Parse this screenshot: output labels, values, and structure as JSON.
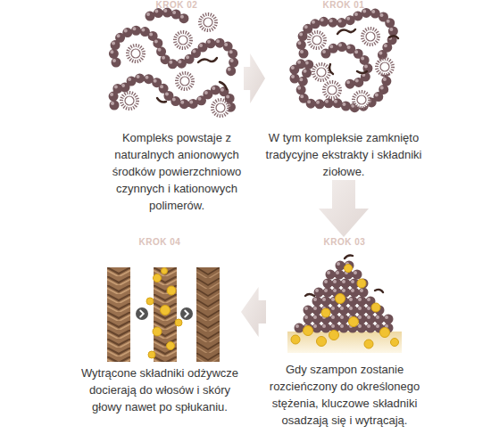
{
  "diagram": {
    "nodes": [
      {
        "text": [
          "KROK 02",
          "Kompleks powstaje z naturalnych anionowych środków powierzchniowo czynnych i kationowych polimerów."
        ]
      },
      {
        "text": [
          "KROK 01",
          "W tym kompleksie zamknięto tradycyjne ekstrakty i składniki ziołowe."
        ]
      },
      {
        "text": [
          "KROK 04",
          "Wytrącone składniki odżywcze docierają do włosów i skóry głowy nawet po spłukaniu."
        ]
      },
      {
        "text": [
          "KROK 03",
          "Gdy szampon zostanie rozcieńczony do określonego stężenia, kluczowe składniki osadzają się i wytrącają."
        ]
      }
    ],
    "edges": [
      {
        "from": 0,
        "to": 1,
        "arrow": "to"
      },
      {
        "from": 1,
        "to": 3,
        "arrow": "to"
      },
      {
        "from": 3,
        "to": 2,
        "arrow": "to"
      }
    ]
  }
}
